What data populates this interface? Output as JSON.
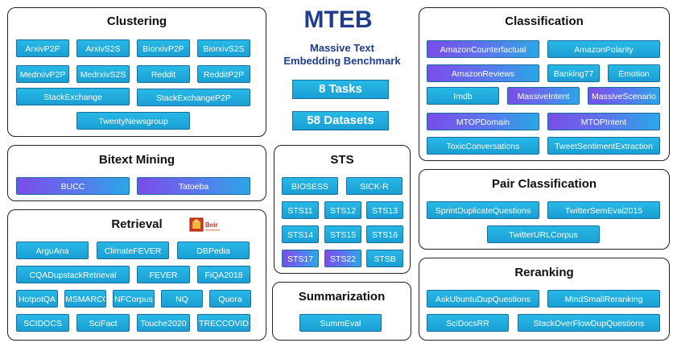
{
  "header": {
    "title": "MTEB",
    "subtitle_line1": "Massive Text",
    "subtitle_line2": "Embedding Benchmark",
    "tasks": "8 Tasks",
    "datasets": "58 Datasets"
  },
  "clustering": {
    "title": "Clustering",
    "items": [
      "ArxivP2P",
      "ArxivS2S",
      "BiorxivP2P",
      "BiorxivS2S",
      "MedrxivP2P",
      "MedrxivS2S",
      "Reddit",
      "RedditP2P",
      "StackExchange",
      "StackExchangeP2P",
      "TwentyNewsgroup"
    ]
  },
  "bitext": {
    "title": "Bitext Mining",
    "items": [
      "BUCC",
      "Tatoeba"
    ]
  },
  "retrieval": {
    "title": "Retrieval",
    "logo_text": "Beir",
    "items": [
      "ArguAna",
      "ClimateFEVER",
      "DBPedia",
      "CQADupstackRetrieval",
      "FEVER",
      "FiQA2018",
      "HotpotQA",
      "MSMARCO",
      "NFCorpus",
      "NQ",
      "Quora",
      "SCIDOCS",
      "SciFact",
      "Touche2020",
      "TRECCOVID"
    ]
  },
  "sts": {
    "title": "STS",
    "items": [
      "BIOSESS",
      "SICK-R",
      "STS11",
      "STS12",
      "STS13",
      "STS14",
      "STS15",
      "STS16",
      "STS17",
      "STS22",
      "STSB"
    ]
  },
  "summarization": {
    "title": "Summarization",
    "items": [
      "SummEval"
    ]
  },
  "classification": {
    "title": "Classification",
    "items": [
      "AmazonCounterfactual",
      "AmazonPolarity",
      "AmazonReviews",
      "Banking77",
      "Emotion",
      "Imdb",
      "MassiveIntent",
      "MassiveScenario",
      "MTOPDomain",
      "MTOPIntent",
      "ToxicConversations",
      "TweetSentimentExtraction"
    ]
  },
  "pair": {
    "title": "Pair Classification",
    "items": [
      "SprintDuplicateQuestions",
      "TwitterSemEval2015",
      "TwitterURLCorpus"
    ]
  },
  "reranking": {
    "title": "Reranking",
    "items": [
      "AskUbuntuDupQuestions",
      "MindSmallReranking",
      "SciDocsRR",
      "StackOverFlowDupQuestions"
    ]
  },
  "colors": {
    "title_blue": "#1f3d8c",
    "chip_cyan": "#1fa9dd",
    "chip_purple": "#7a4de8",
    "border": "#222222"
  }
}
